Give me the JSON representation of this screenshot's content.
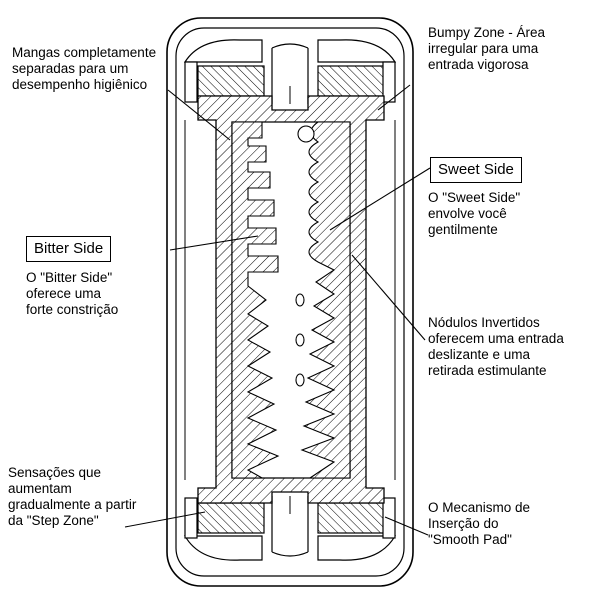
{
  "callouts": {
    "bumpy_zone": "Bumpy Zone - Área\nirregular para uma\nentrada vigorosa",
    "mangas": "Mangas completamente\nseparadas para um\ndesempenho higiênico",
    "sweet_title": "Sweet Side",
    "sweet_desc": "O \"Sweet Side\"\nenvolve você\ngentilmente",
    "bitter_title": "Bitter Side",
    "bitter_desc": "O \"Bitter Side\"\noferece uma\nforte constrição",
    "nodulos": "Nódulos Invertidos\noferecem uma entrada\ndeslizante e uma\nretirada estimulante",
    "sensacoes": "Sensações que\naumentam\ngradualmente a partir\nda \"Step Zone\"",
    "mecanismo": "O Mecanismo de\nInserção do\n\"Smooth Pad\""
  },
  "colors": {
    "line": "#000000",
    "background": "#ffffff"
  }
}
